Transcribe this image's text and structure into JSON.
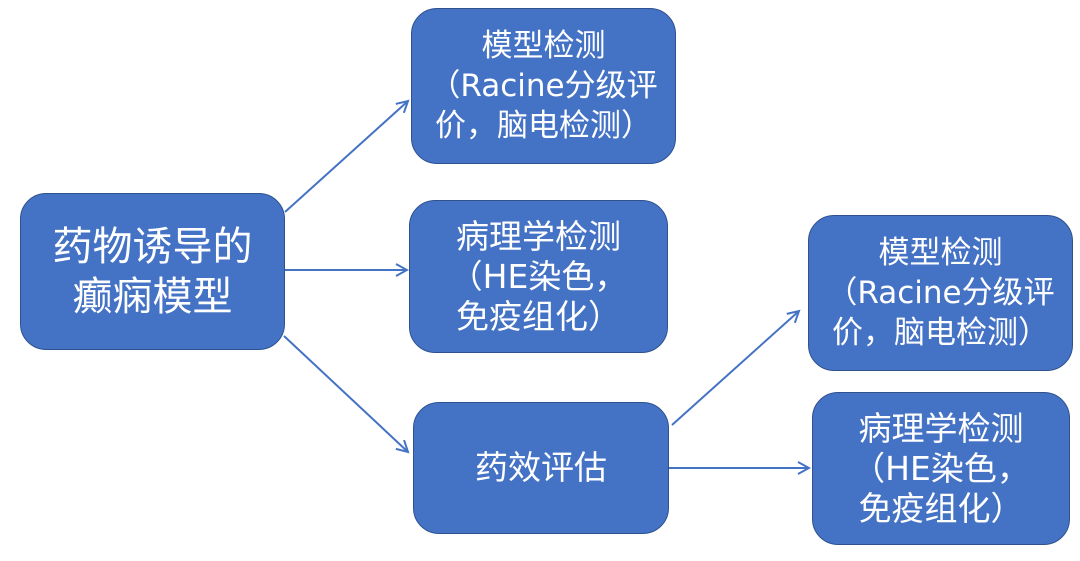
{
  "diagram": {
    "root": {
      "lines": [
        "药物诱导的",
        "癫痫模型"
      ]
    },
    "model_test": {
      "lines": [
        "模型检测",
        "（Racine分级评",
        "价，脑电检测）"
      ]
    },
    "pathology_test": {
      "lines": [
        "病理学检测",
        "（HE染色，",
        "免疫组化）"
      ]
    },
    "efficacy": {
      "lines": [
        "药效评估"
      ]
    },
    "model_test_2": {
      "lines": [
        "模型检测",
        "（Racine分级评",
        "价，脑电检测）"
      ]
    },
    "pathology_test_2": {
      "lines": [
        "病理学检测",
        "（HE染色，",
        "免疫组化）"
      ]
    },
    "edges": [
      {
        "from": "root",
        "to": "model_test"
      },
      {
        "from": "root",
        "to": "pathology_test"
      },
      {
        "from": "root",
        "to": "efficacy"
      },
      {
        "from": "efficacy",
        "to": "model_test_2"
      },
      {
        "from": "efficacy",
        "to": "pathology_test_2"
      }
    ],
    "colors": {
      "node_fill": "#4472c4",
      "node_border": "#2f528f",
      "edge": "#4472c4",
      "text": "#ffffff"
    }
  }
}
